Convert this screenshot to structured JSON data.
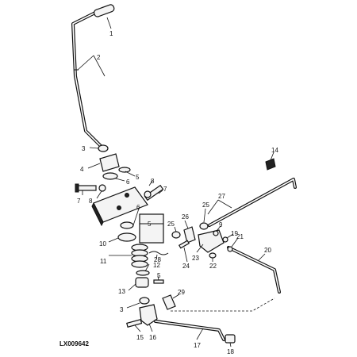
{
  "figure_code": "LX009642",
  "callouts": {
    "c1": "1",
    "c2": "2",
    "c3a": "3",
    "c3b": "3",
    "c4": "4",
    "c5a": "5",
    "c5b": "5",
    "c5c": "5",
    "c6a": "6",
    "c6b": "6",
    "c7a": "7",
    "c7b": "7",
    "c8a": "8",
    "c8b": "8",
    "c9": "9",
    "c10": "10",
    "c11": "11",
    "c12": "12",
    "c13": "13",
    "c14": "14",
    "c15": "15",
    "c16": "16",
    "c17": "17",
    "c18": "18",
    "c19": "19",
    "c20": "20",
    "c21": "21",
    "c22": "22",
    "c23": "23",
    "c24": "24",
    "c25a": "25",
    "c25b": "25",
    "c26": "26",
    "c27": "27",
    "c28": "28",
    "c29": "29"
  }
}
